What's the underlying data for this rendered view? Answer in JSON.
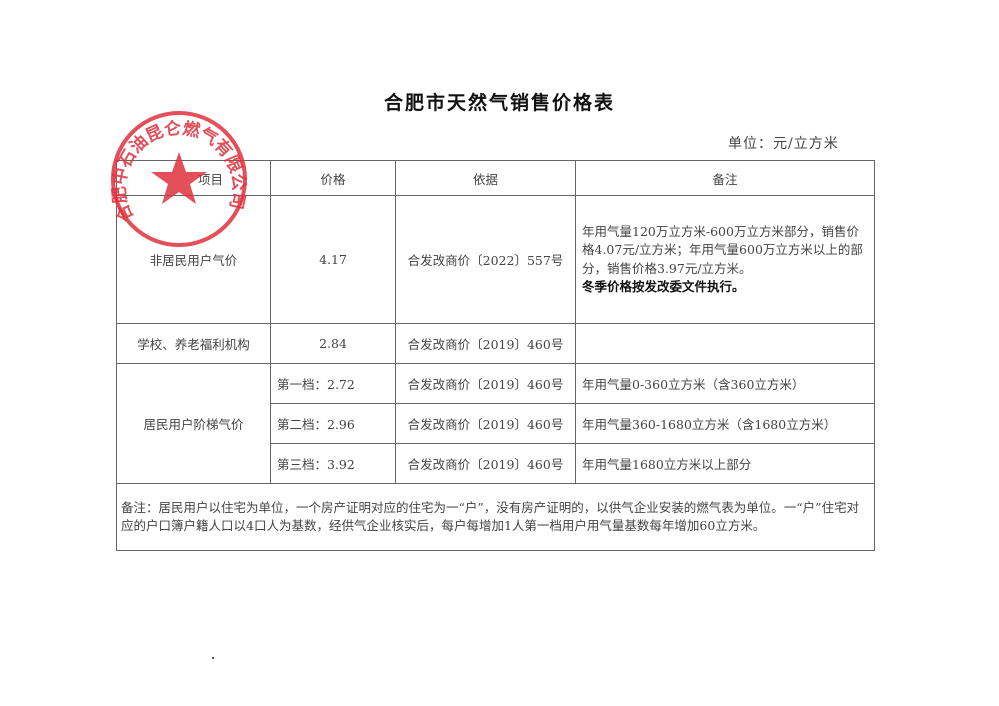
{
  "document": {
    "title": "合肥市天然气销售价格表",
    "unit": "单位：元/立方米"
  },
  "table": {
    "headers": [
      "项目",
      "价格",
      "依据",
      "备注"
    ],
    "rows": {
      "non_residential": {
        "item": "非居民用户气价",
        "price": "4.17",
        "basis": "合发改商价〔2022〕557号",
        "remark_lines": [
          "年用气量120万立方米-600万立方米部分，销售价格4.07元/立方米；年用气量600万立方米以上的部分，销售价格3.97元/立方米。"
        ],
        "remark_bold": "冬季价格按发改委文件执行。"
      },
      "school": {
        "item": "学校、养老福利机构",
        "price": "2.84",
        "basis": "合发改商价〔2019〕460号",
        "remark": ""
      },
      "residential": {
        "item": "居民用户阶梯气价",
        "tiers": [
          {
            "price": "第一档：2.72",
            "basis": "合发改商价〔2019〕460号",
            "remark": "年用气量0-360立方米（含360立方米）"
          },
          {
            "price": "第二档：2.96",
            "basis": "合发改商价〔2019〕460号",
            "remark": "年用气量360-1680立方米（含1680立方米）"
          },
          {
            "price": "第三档：3.92",
            "basis": "合发改商价〔2019〕460号",
            "remark": "年用气量1680立方米以上部分"
          }
        ]
      }
    },
    "footnote": "备注：居民用户以住宅为单位，一个房产证明对应的住宅为一“户”，没有房产证明的，以供气企业安装的燃气表为单位。一“户”住宅对应的户口簿户籍人口以4口人为基数，经供气企业核实后，每户每增加1人第一档用户用气量基数每年增加60立方米。"
  },
  "stamp": {
    "text": "合肥中石油昆仑燃气有限公司",
    "color": "#e0303c"
  }
}
